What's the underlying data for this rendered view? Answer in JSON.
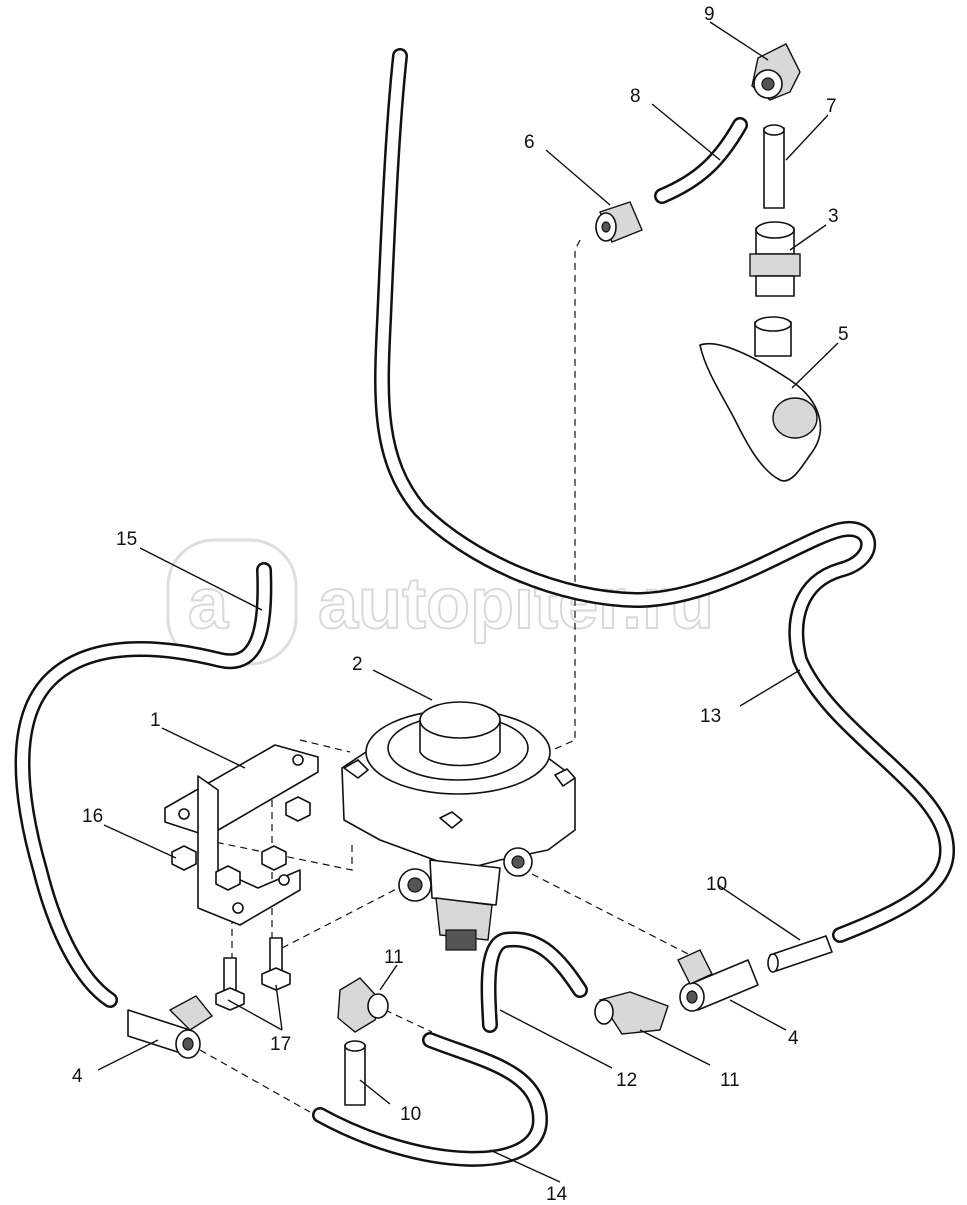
{
  "watermark": {
    "text": "autopiter.ru",
    "logo_glyph": "a"
  },
  "callouts": [
    {
      "id": "c1",
      "label": "1"
    },
    {
      "id": "c2",
      "label": "2"
    },
    {
      "id": "c3",
      "label": "3"
    },
    {
      "id": "c4a",
      "label": "4"
    },
    {
      "id": "c4b",
      "label": "4"
    },
    {
      "id": "c5",
      "label": "5"
    },
    {
      "id": "c6",
      "label": "6"
    },
    {
      "id": "c7",
      "label": "7"
    },
    {
      "id": "c8",
      "label": "8"
    },
    {
      "id": "c9",
      "label": "9"
    },
    {
      "id": "c10a",
      "label": "10"
    },
    {
      "id": "c10b",
      "label": "10"
    },
    {
      "id": "c11a",
      "label": "11"
    },
    {
      "id": "c11b",
      "label": "11"
    },
    {
      "id": "c12",
      "label": "12"
    },
    {
      "id": "c13",
      "label": "13"
    },
    {
      "id": "c14",
      "label": "14"
    },
    {
      "id": "c15",
      "label": "15"
    },
    {
      "id": "c16",
      "label": "16"
    },
    {
      "id": "c17",
      "label": "17"
    }
  ]
}
